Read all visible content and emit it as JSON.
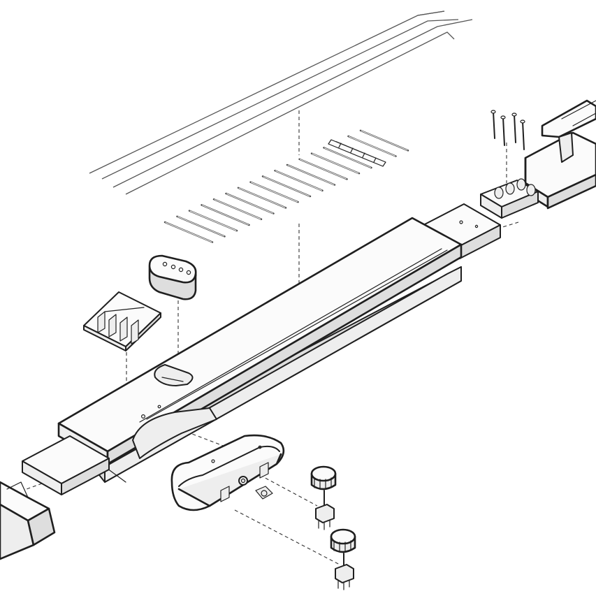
{
  "diagram": {
    "style": "hand-drawn exploded axonometric assembly",
    "ink_color": "#1f1f1f",
    "shading_color": "#dedede",
    "background_color": "#ffffff",
    "components": [
      {
        "name": "strings",
        "count": 4
      },
      {
        "name": "frets",
        "count": 17
      },
      {
        "name": "fret-marker-strip",
        "count": 1
      },
      {
        "name": "tuner-pins",
        "count": 4
      },
      {
        "name": "tuner-block",
        "count": 1
      },
      {
        "name": "headstock",
        "count": 1
      },
      {
        "name": "neck-extension",
        "count": 1
      },
      {
        "name": "pickup",
        "count": 1
      },
      {
        "name": "bridge",
        "count": 1
      },
      {
        "name": "body-rail",
        "count": 1
      },
      {
        "name": "control-housing",
        "count": 1
      },
      {
        "name": "output-jack",
        "count": 1
      },
      {
        "name": "control-knobs",
        "count": 2
      },
      {
        "name": "potentiometers",
        "count": 2
      },
      {
        "name": "tail-end-block",
        "count": 1
      }
    ]
  }
}
